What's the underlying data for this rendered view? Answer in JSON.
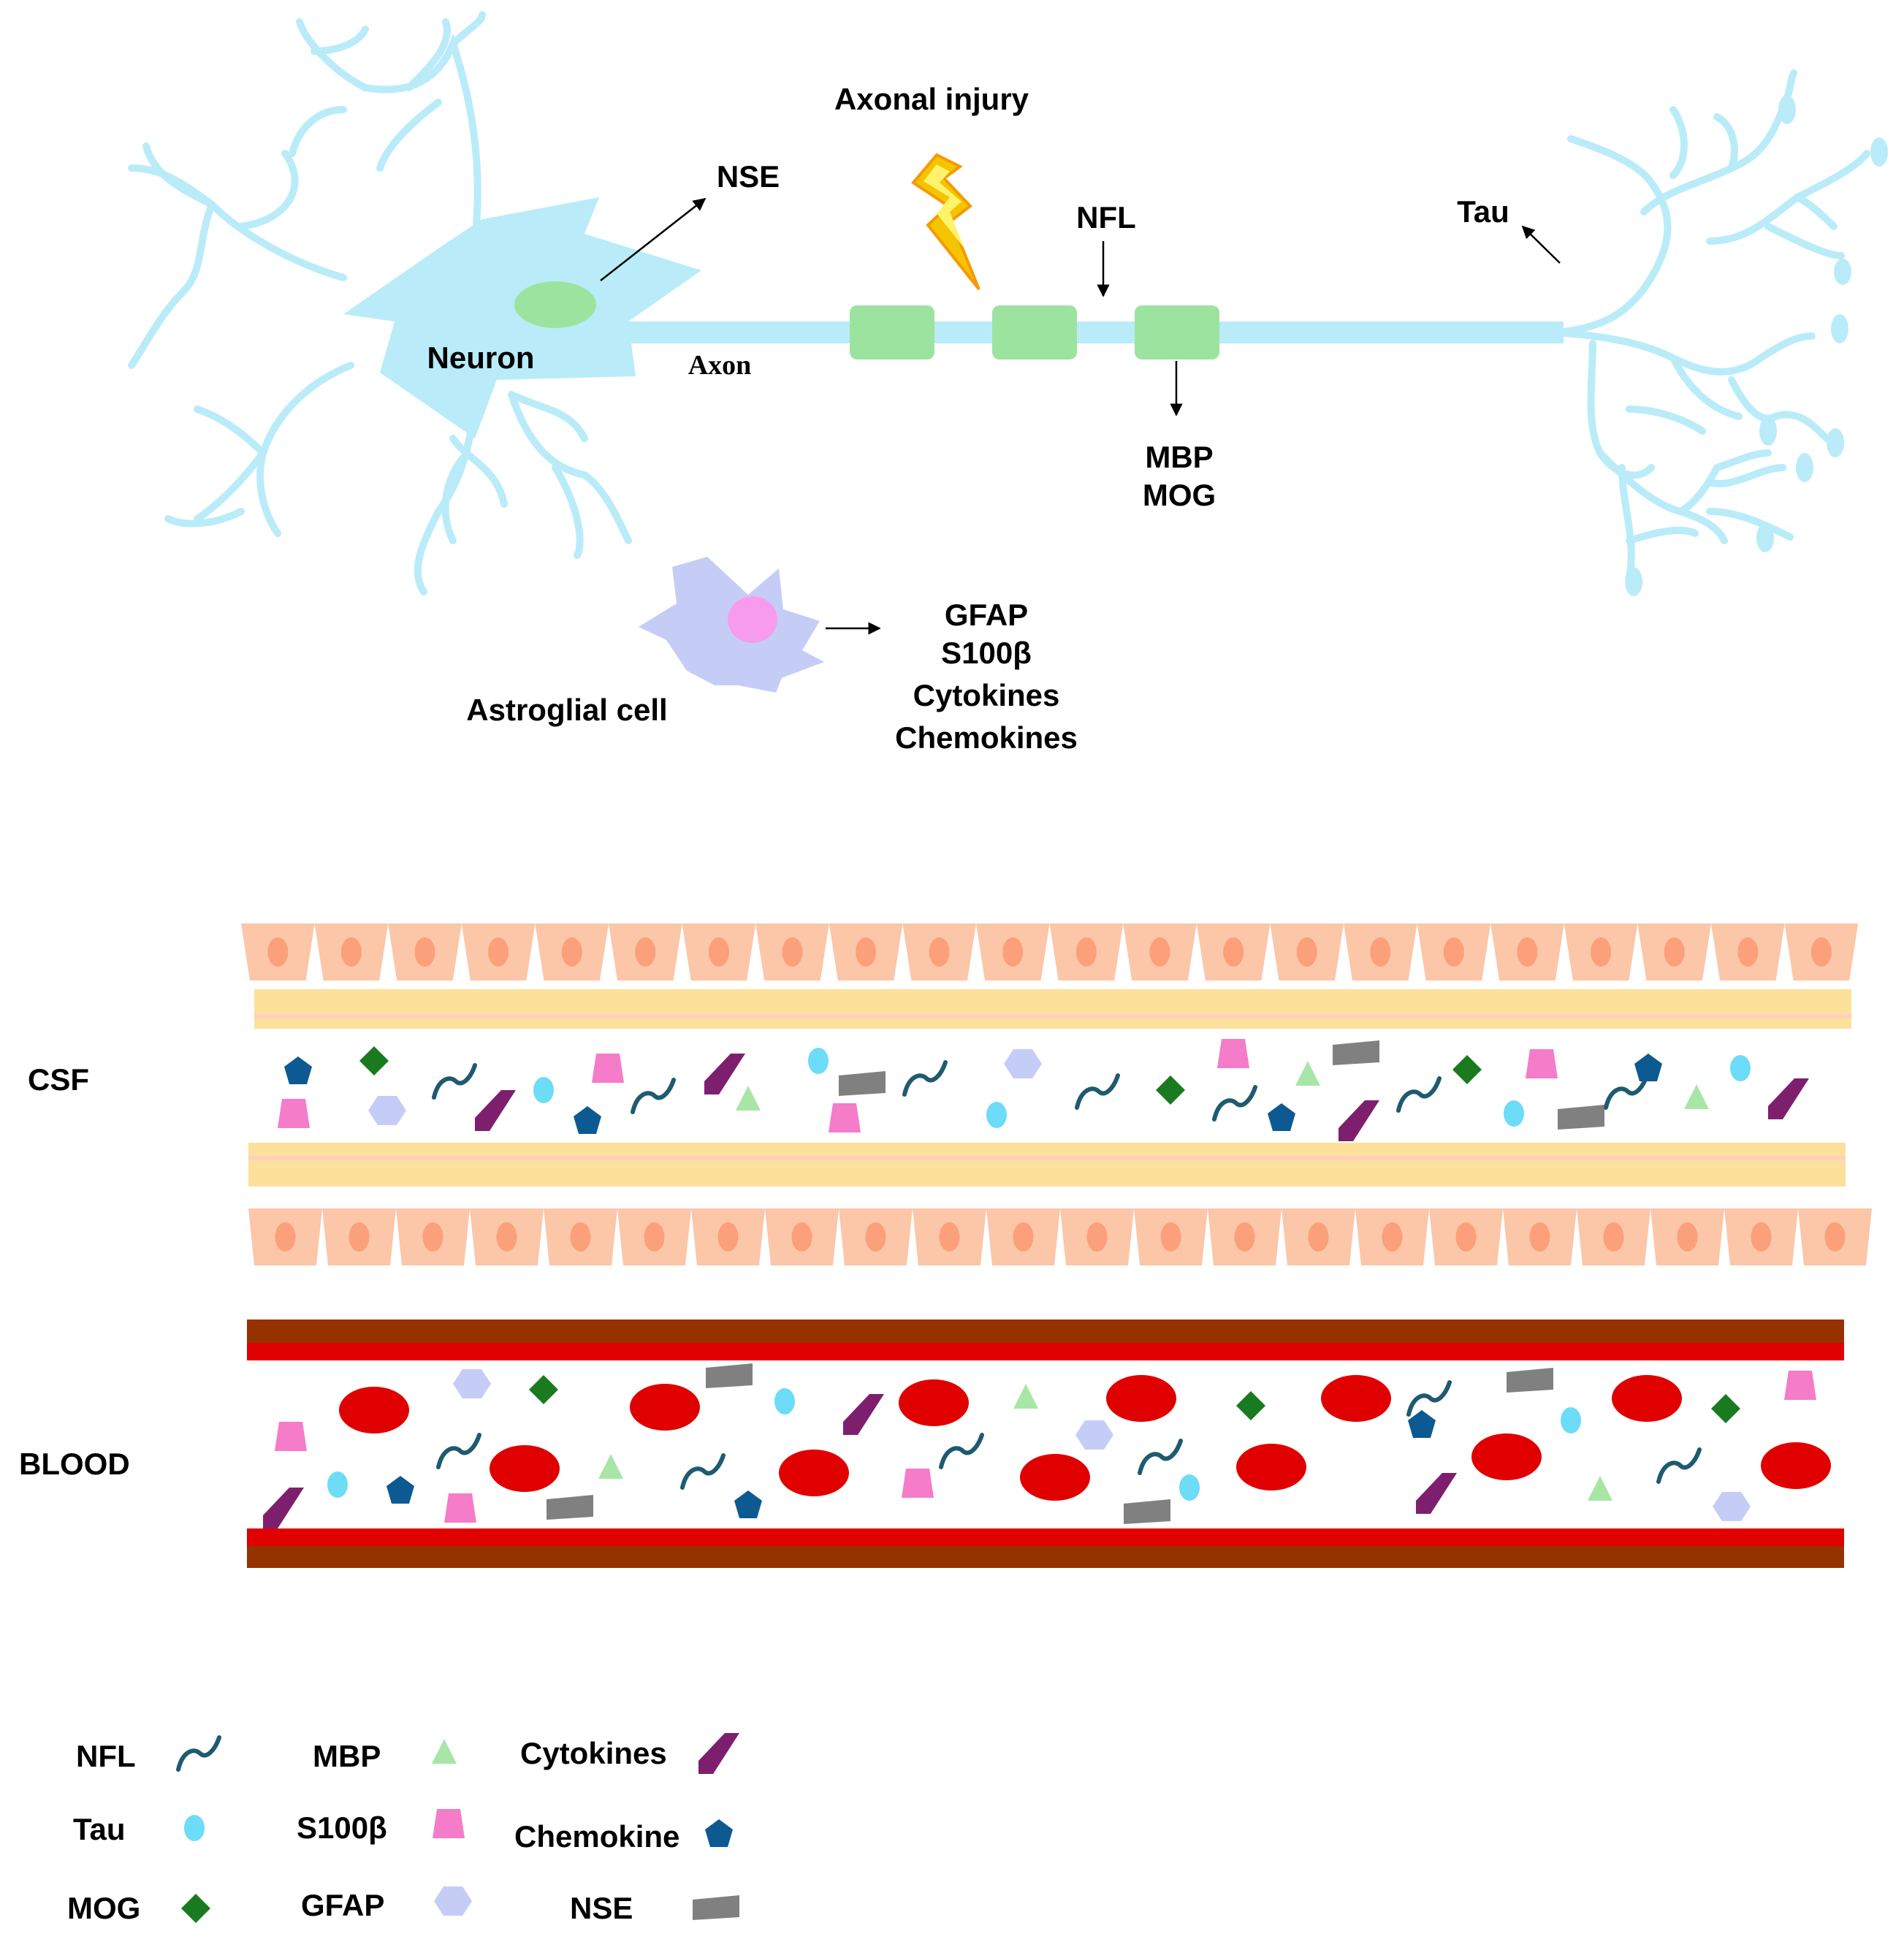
{
  "neuron": {
    "cell_label": "Neuron",
    "axon_label": "Axon",
    "injury_label": "Axonal injury",
    "nse_label": "NSE",
    "nfl_label": "NFL",
    "tau_label": "Tau",
    "mbp_label": "MBP",
    "mog_label": "MOG"
  },
  "astrocyte": {
    "cell_label": "Astroglial cell",
    "releases": [
      "GFAP",
      "S100β",
      "Cytokines",
      "Chemokines"
    ]
  },
  "compartments": {
    "csf_label": "CSF",
    "blood_label": "BLOOD"
  },
  "legend": [
    {
      "label": "NFL",
      "icon": "nfl-icon"
    },
    {
      "label": "MBP",
      "icon": "mbp-icon"
    },
    {
      "label": "Cytokines",
      "icon": "cytokines-icon"
    },
    {
      "label": "Tau",
      "icon": "tau-icon"
    },
    {
      "label": "S100β",
      "icon": "s100b-icon"
    },
    {
      "label": "Chemokine",
      "icon": "chemokine-icon"
    },
    {
      "label": "MOG",
      "icon": "mog-icon"
    },
    {
      "label": "GFAP",
      "icon": "gfap-icon"
    },
    {
      "label": "NSE",
      "icon": "nse-icon"
    }
  ],
  "colors": {
    "neuron": "#b9ecf8",
    "myelin": "#9de3a0",
    "astrocyte": "#c5cdf7",
    "astro_nucleus": "#f79ced",
    "lightning": "#f5c400",
    "epithelium": "#fcc6a8",
    "epi_nucleus": "#fba07a",
    "membrane": "#fde09a",
    "vessel_outer": "#963200",
    "vessel_inner": "#e00000",
    "rbc": "#e00000",
    "nfl": "#1e5a70",
    "tau": "#6cdcf7",
    "mog": "#1a7a20",
    "mbp": "#a8e6a8",
    "s100b": "#f47cc8",
    "gfap": "#c5cdf7",
    "cytokines": "#7e1f6e",
    "chemokine": "#0d5a92",
    "nse": "#808080"
  }
}
